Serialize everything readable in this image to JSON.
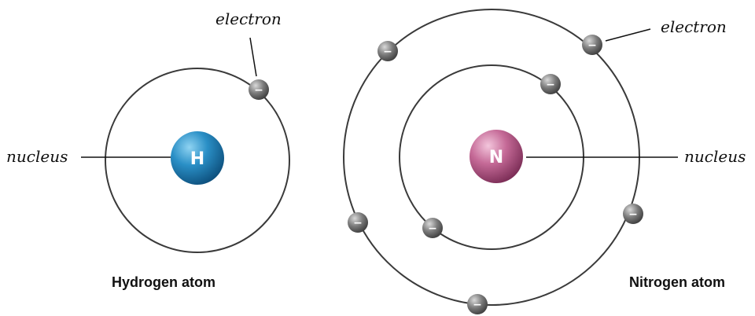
{
  "hydrogen": {
    "caption": "Hydrogen atom",
    "nucleus_symbol": "H",
    "nucleus_label": "nucleus",
    "electron_label": "electron",
    "electron_sign": "−",
    "nucleus_color": "#1a78b0"
  },
  "nitrogen": {
    "caption": "Nitrogen atom",
    "nucleus_symbol": "N",
    "nucleus_label": "nucleus",
    "electron_label": "electron",
    "electron_sign": "−",
    "nucleus_color": "#b0507e"
  },
  "colors": {
    "electron": "#6e6e6e",
    "orbit": "#3a3a3a"
  }
}
